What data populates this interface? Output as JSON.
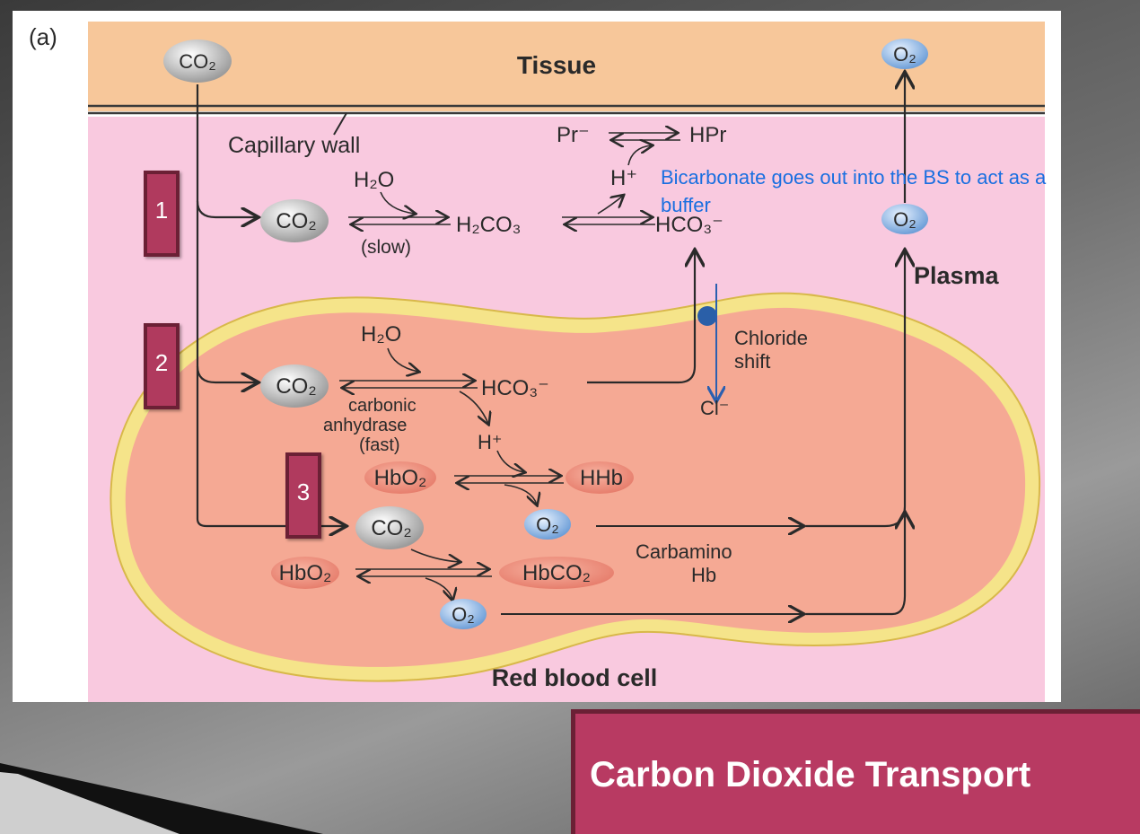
{
  "figure": {
    "panel_label": "(a)",
    "tissue_label": "Tissue",
    "capillary_wall_label": "Capillary wall",
    "plasma_label": "Plasma",
    "rbc_label": "Red blood cell",
    "chloride_shift_line1": "Chloride",
    "chloride_shift_line2": "shift",
    "chloride_ion": "Cl⁻",
    "plasma_reaction": {
      "pr_minus": "Pr⁻",
      "hpr": "HPr",
      "h_plus": "H⁺",
      "water": "H₂O",
      "co2": "CO₂",
      "slow": "(slow)",
      "carbonic_acid": "H₂CO₃",
      "bicarbonate": "HCO₃⁻"
    },
    "rbc_reaction": {
      "water": "H₂O",
      "co2": "CO₂",
      "bicarbonate": "HCO₃⁻",
      "enzyme_line1": "carbonic",
      "enzyme_line2": "anhydrase",
      "fast": "(fast)",
      "h_plus": "H⁺",
      "hbo2_top": "HbO₂",
      "hhb": "HHb",
      "o2_mid": "O₂",
      "co2_lower": "CO₂",
      "hbo2_bottom": "HbO₂",
      "hbco2": "HbCO₂",
      "o2_bottom": "O₂",
      "carbamino_line1": "Carbamino",
      "carbamino_line2": "Hb"
    },
    "tissue_co2": "CO₂",
    "tissue_o2": "O₂",
    "plasma_o2": "O₂"
  },
  "steps": [
    "1",
    "2",
    "3"
  ],
  "annotation": "Bicarbonate goes out into the BS to act as a buffer",
  "title": "Carbon Dioxide Transport",
  "colors": {
    "tissue": "#f7c79a",
    "plasma": "#f9c9df",
    "rbc": "#f5a994",
    "membrane": "#f5e48a",
    "accent": "#b83a62",
    "annotation": "#1a6fe0"
  }
}
